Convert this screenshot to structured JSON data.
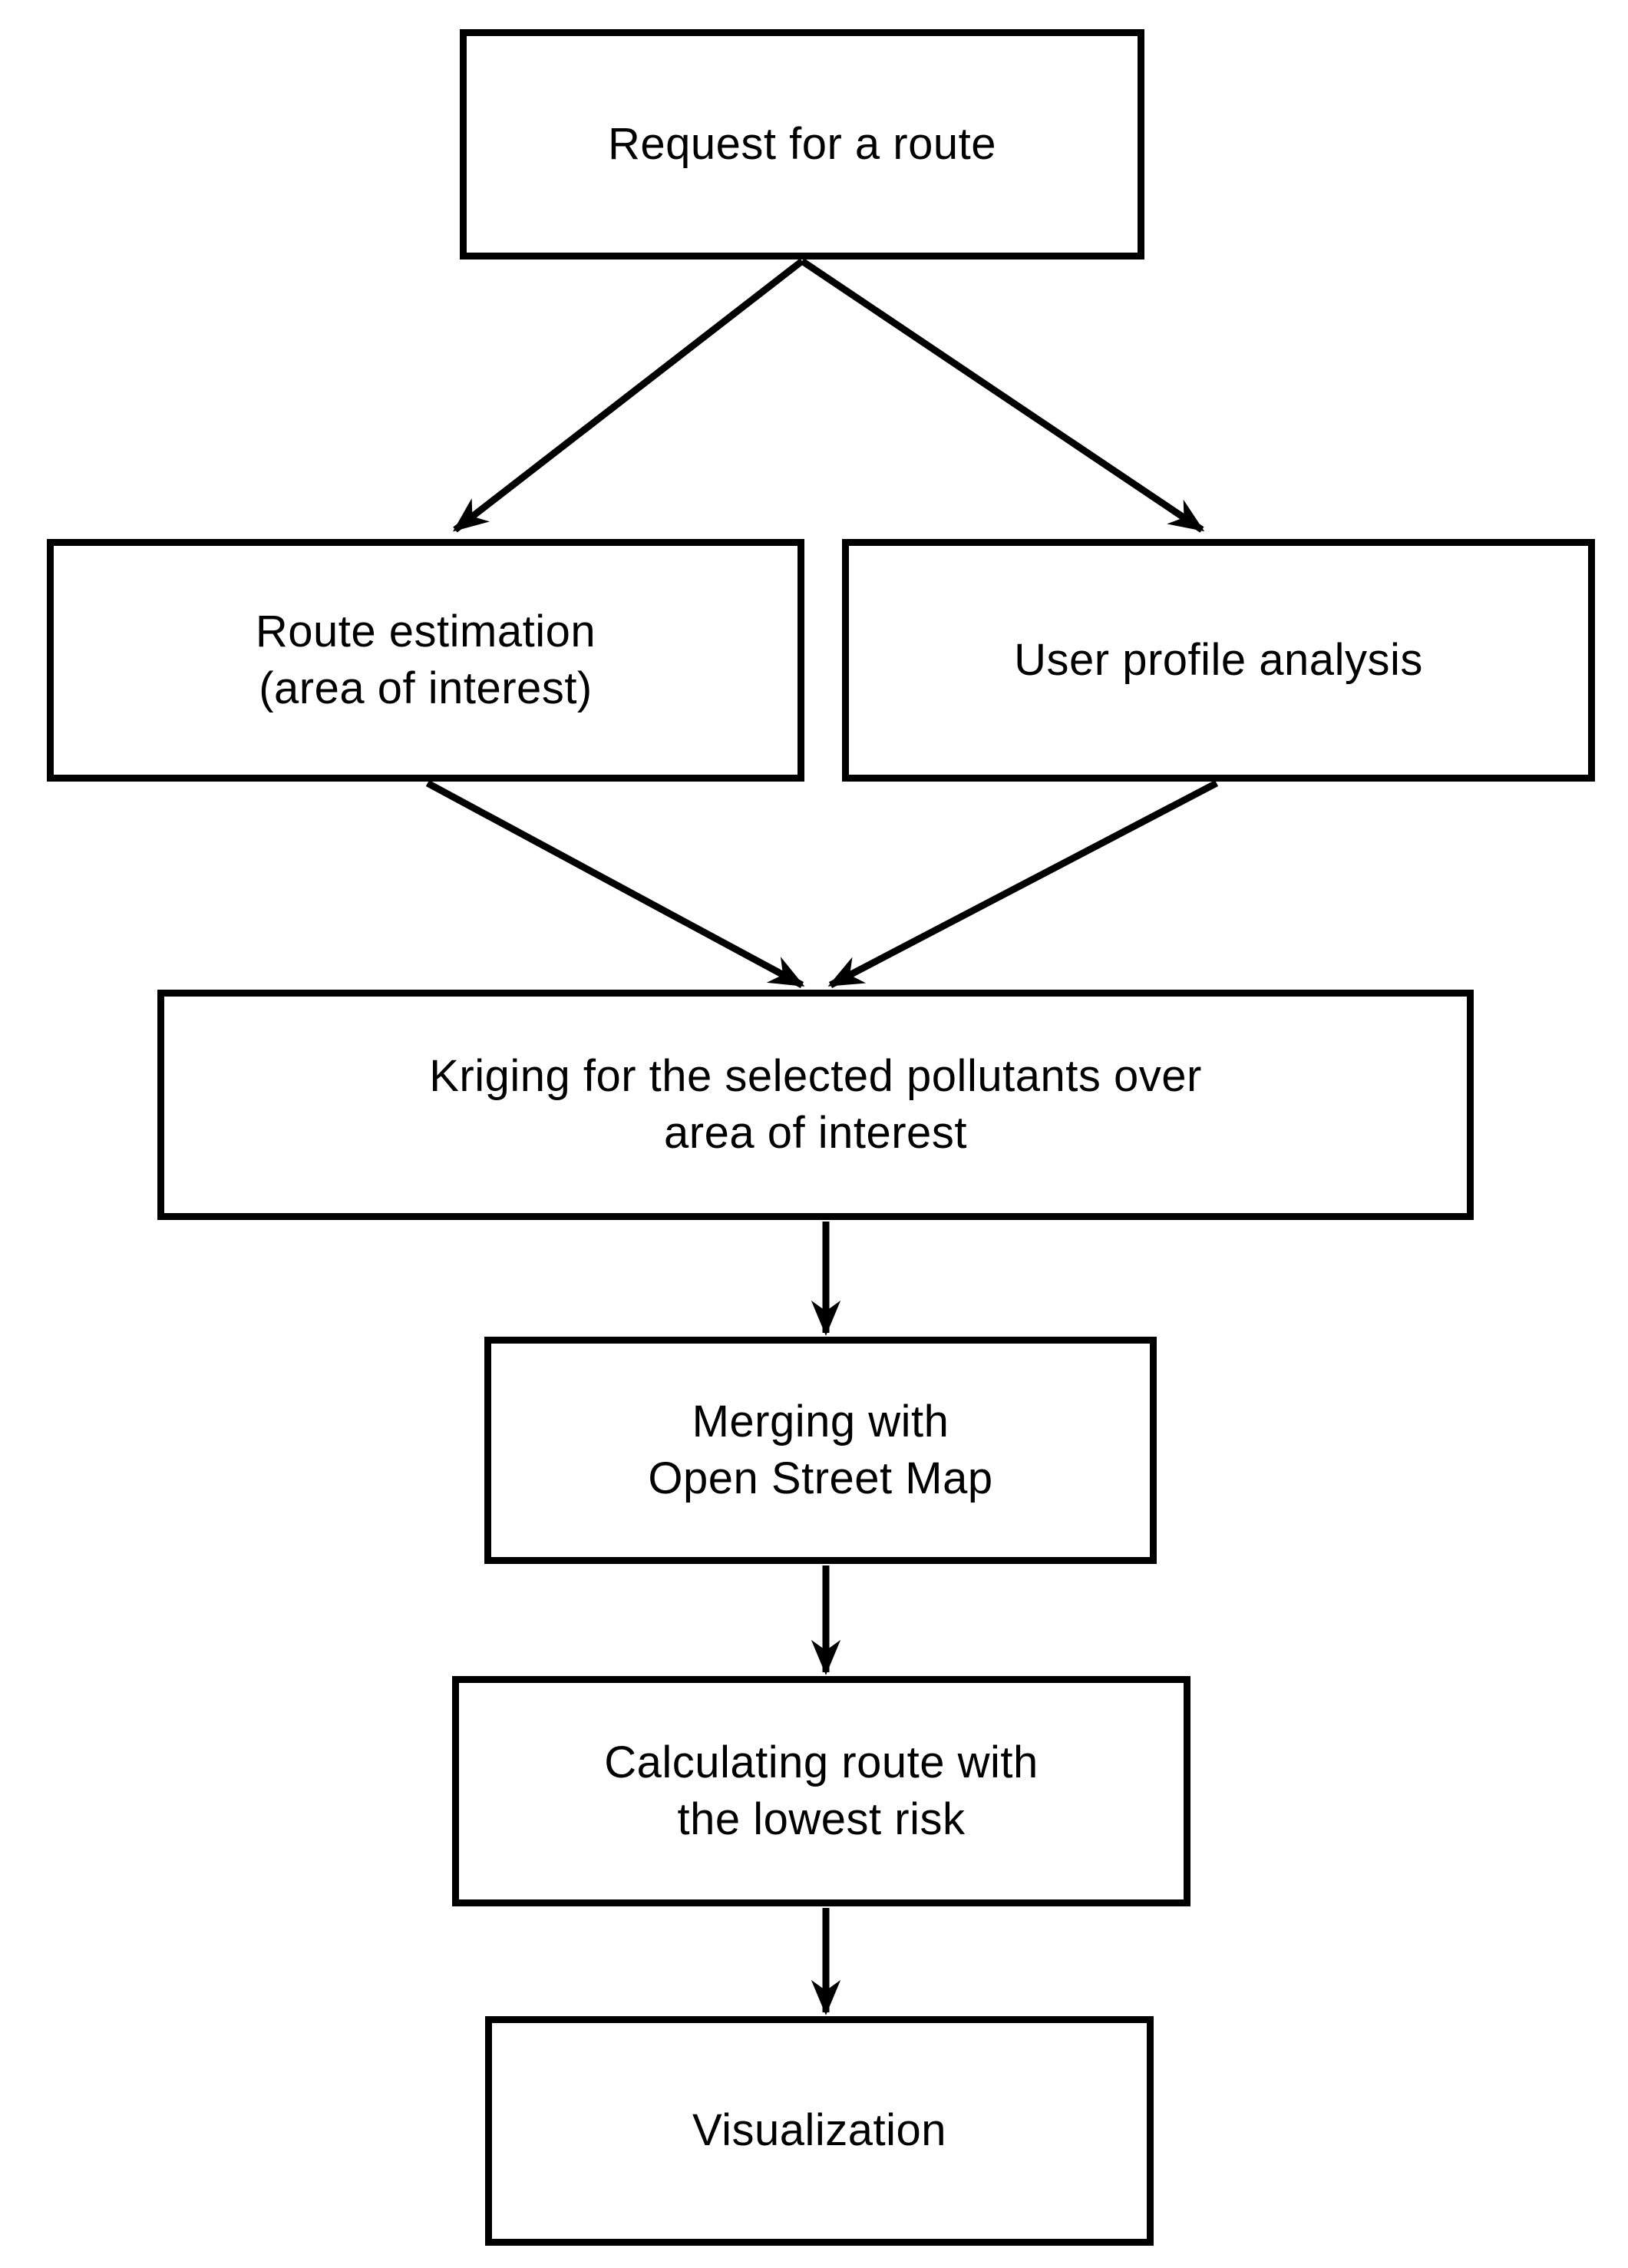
{
  "diagram": {
    "type": "flowchart",
    "background_color": "#ffffff",
    "line_color": "#000000",
    "nodes": [
      {
        "id": "request-for-a-route",
        "lines": [
          "Request for a route"
        ]
      },
      {
        "id": "route-estimation",
        "lines": [
          "Route estimation",
          "(area of interest)"
        ]
      },
      {
        "id": "user-profile-analysis",
        "lines": [
          "User profile analysis"
        ]
      },
      {
        "id": "kriging",
        "lines": [
          "Kriging for the selected pollutants over",
          "area of interest"
        ]
      },
      {
        "id": "merging-osm",
        "lines": [
          "Merging with",
          "Open Street Map"
        ]
      },
      {
        "id": "calculating-route",
        "lines": [
          "Calculating route with",
          "the lowest risk"
        ]
      },
      {
        "id": "visualization",
        "lines": [
          "Visualization"
        ]
      }
    ],
    "edges": [
      {
        "from": "request-for-a-route",
        "to": "route-estimation"
      },
      {
        "from": "request-for-a-route",
        "to": "user-profile-analysis"
      },
      {
        "from": "route-estimation",
        "to": "kriging"
      },
      {
        "from": "user-profile-analysis",
        "to": "kriging"
      },
      {
        "from": "kriging",
        "to": "merging-osm"
      },
      {
        "from": "merging-osm",
        "to": "calculating-route"
      },
      {
        "from": "calculating-route",
        "to": "visualization"
      }
    ]
  }
}
